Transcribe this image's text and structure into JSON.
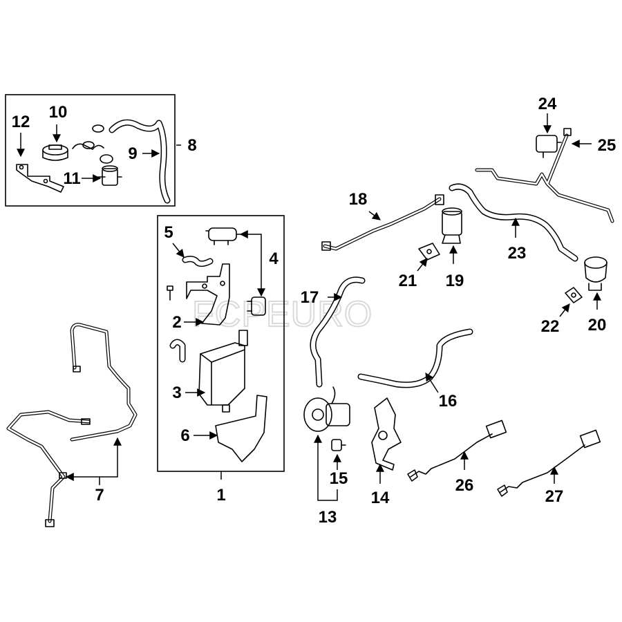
{
  "watermark": "FCPEURO",
  "callouts": {
    "c1": "1",
    "c2": "2",
    "c3": "3",
    "c4": "4",
    "c5": "5",
    "c6": "6",
    "c7": "7",
    "c8": "8",
    "c9": "9",
    "c10": "10",
    "c11": "11",
    "c12": "12",
    "c13": "13",
    "c14": "14",
    "c15": "15",
    "c16": "16",
    "c17": "17",
    "c18": "18",
    "c19": "19",
    "c20": "20",
    "c21": "21",
    "c22": "22",
    "c23": "23",
    "c24": "24",
    "c25": "25",
    "c26": "26",
    "c27": "27"
  }
}
